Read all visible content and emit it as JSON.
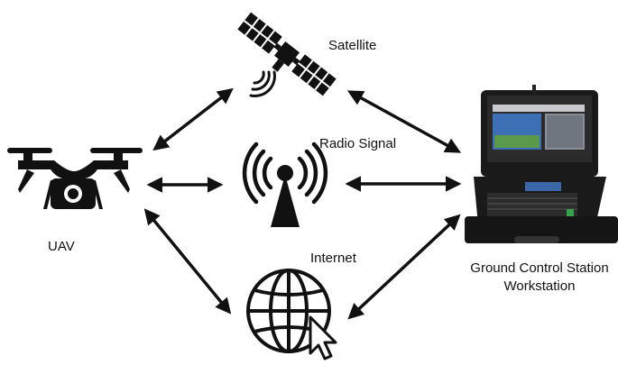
{
  "nodes": {
    "satellite": {
      "label": "Satellite",
      "icon": "satellite-icon"
    },
    "radio": {
      "label": "Radio Signal",
      "icon": "radio-tower-icon"
    },
    "internet": {
      "label": "Internet",
      "icon": "globe-cursor-icon"
    },
    "uav": {
      "label": "UAV",
      "icon": "drone-icon"
    },
    "gcs": {
      "label_line1": "Ground Control Station",
      "label_line2": "Workstation",
      "icon": "laptop-case-icon"
    }
  },
  "colors": {
    "ink": "#111111",
    "screen_blue": "#3c6fb4",
    "case_body": "#1a1a1a"
  }
}
